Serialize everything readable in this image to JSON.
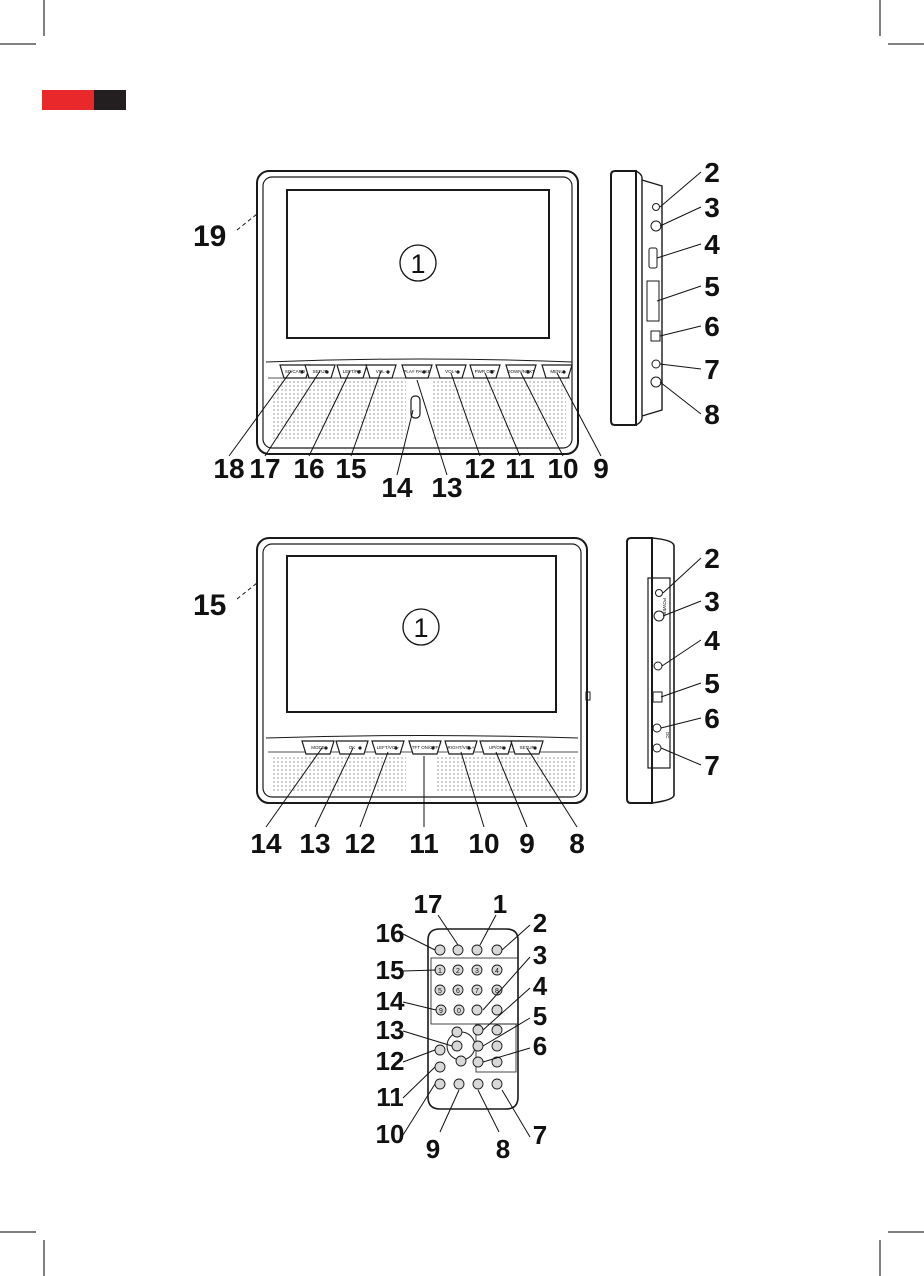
{
  "colors": {
    "header_red": "#E8282B",
    "header_dark": "#231F20",
    "line": "#1a1a1a"
  },
  "screen_label": "1",
  "device_a": {
    "left_callout": "19",
    "bottom_callouts": [
      "18",
      "17",
      "16",
      "15",
      "14",
      "13",
      "12",
      "11",
      "10",
      "9"
    ],
    "side_callouts": [
      "2",
      "3",
      "4",
      "5",
      "6",
      "7",
      "8"
    ],
    "buttons": [
      "SD/CARD",
      "SETUP",
      "LEFT/RE",
      "VOL-",
      "PLAY PAUSE",
      "VOL+",
      "PWR OFF",
      "DOWN/NEXT",
      "MENU"
    ]
  },
  "device_b": {
    "left_callout": "15",
    "bottom_callouts": [
      "14",
      "13",
      "12",
      "11",
      "10",
      "9",
      "8"
    ],
    "side_callouts": [
      "2",
      "3",
      "4",
      "5",
      "6",
      "7"
    ],
    "buttons": [
      "MODE",
      "OK",
      "LEFT/VOL-",
      "TFT ON/OFF",
      "RIGHT/VOL+",
      "UP/ON",
      "SETUP"
    ],
    "side_text": [
      "POWER",
      "DC"
    ]
  },
  "remote": {
    "left_callouts": [
      "16",
      "15",
      "14",
      "13",
      "12",
      "11",
      "10"
    ],
    "top_callouts": [
      "17",
      "1"
    ],
    "right_callouts": [
      "2",
      "3",
      "4",
      "5",
      "6",
      "7"
    ],
    "bottom_callouts": [
      "9",
      "8"
    ],
    "keys": [
      "1",
      "2",
      "3",
      "4",
      "5",
      "6",
      "7",
      "8",
      "9",
      "0"
    ]
  }
}
